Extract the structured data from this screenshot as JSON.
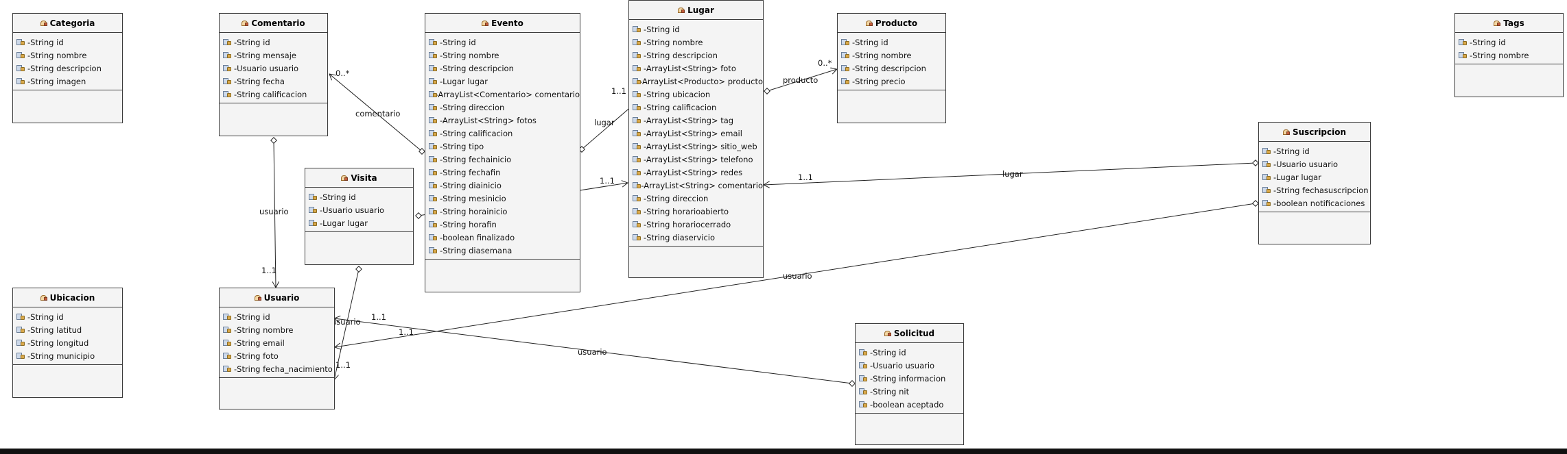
{
  "classes": {
    "categoria": {
      "name": "Categoria",
      "attributes": [
        "-String id",
        "-String nombre",
        "-String descripcion",
        "-String imagen"
      ]
    },
    "comentario": {
      "name": "Comentario",
      "attributes": [
        "-String id",
        "-String mensaje",
        "-Usuario usuario",
        "-String fecha",
        "-String calificacion"
      ]
    },
    "evento": {
      "name": "Evento",
      "attributes": [
        "-String id",
        "-String nombre",
        "-String descripcion",
        "-Lugar lugar",
        "-ArrayList<Comentario> comentario",
        "-String direccion",
        "-ArrayList<String> fotos",
        "-String calificacion",
        "-String tipo",
        "-String fechainicio",
        "-String fechafin",
        "-String diainicio",
        "-String mesinicio",
        "-String horainicio",
        "-String horafin",
        "-boolean finalizado",
        "-String diasemana"
      ]
    },
    "lugar": {
      "name": "Lugar",
      "attributes": [
        "-String id",
        "-String nombre",
        "-String descripcion",
        "-ArrayList<String> foto",
        "-ArrayList<Producto> producto",
        "-String ubicacion",
        "-String calificacion",
        "-ArrayList<String> tag",
        "-ArrayList<String> email",
        "-ArrayList<String> sitio_web",
        "-ArrayList<String> telefono",
        "-ArrayList<String> redes",
        "-ArrayList<String> comentario",
        "-String direccion",
        "-String horarioabierto",
        "-String horariocerrado",
        "-String diaservicio"
      ]
    },
    "producto": {
      "name": "Producto",
      "attributes": [
        "-String id",
        "-String nombre",
        "-String descripcion",
        "-String precio"
      ]
    },
    "tags": {
      "name": "Tags",
      "attributes": [
        "-String id",
        "-String nombre"
      ]
    },
    "suscripcion": {
      "name": "Suscripcion",
      "attributes": [
        "-String id",
        "-Usuario usuario",
        "-Lugar lugar",
        "-String fechasuscripcion",
        "-boolean notificaciones"
      ]
    },
    "visita": {
      "name": "Visita",
      "attributes": [
        "-String id",
        "-Usuario usuario",
        "-Lugar lugar"
      ]
    },
    "ubicacion": {
      "name": "Ubicacion",
      "attributes": [
        "-String id",
        "-String latitud",
        "-String longitud",
        "-String municipio"
      ]
    },
    "usuario": {
      "name": "Usuario",
      "attributes": [
        "-String id",
        "-String nombre",
        "-String email",
        "-String foto",
        "-String fecha_nacimiento"
      ]
    },
    "solicitud": {
      "name": "Solicitud",
      "attributes": [
        "-String id",
        "-Usuario usuario",
        "-String informacion",
        "-String nit",
        "-boolean aceptado"
      ]
    }
  },
  "labels": {
    "comentario_role": "comentario",
    "comentario_mult": "0..*",
    "lugar_role_evento": "lugar",
    "lugar_mult_evento": "1..1",
    "producto_role": "producto",
    "producto_mult": "0..*",
    "usuario_role_comentario": "usuario",
    "usuario_mult_comentario": "1..1",
    "lugar_role_visita": "lugar",
    "lugar_mult_visita": "1..1",
    "usuario_role_visita": "usuario",
    "usuario_mult_visita": "1..1",
    "lugar_role_suscripcion": "lugar",
    "lugar_mult_suscripcion": "1..1",
    "usuario_role_suscripcion": "usuario",
    "usuario_mult_suscripcion": "1..1",
    "usuario_role_solicitud": "usuario",
    "usuario_mult_solicitud": "1..1"
  }
}
